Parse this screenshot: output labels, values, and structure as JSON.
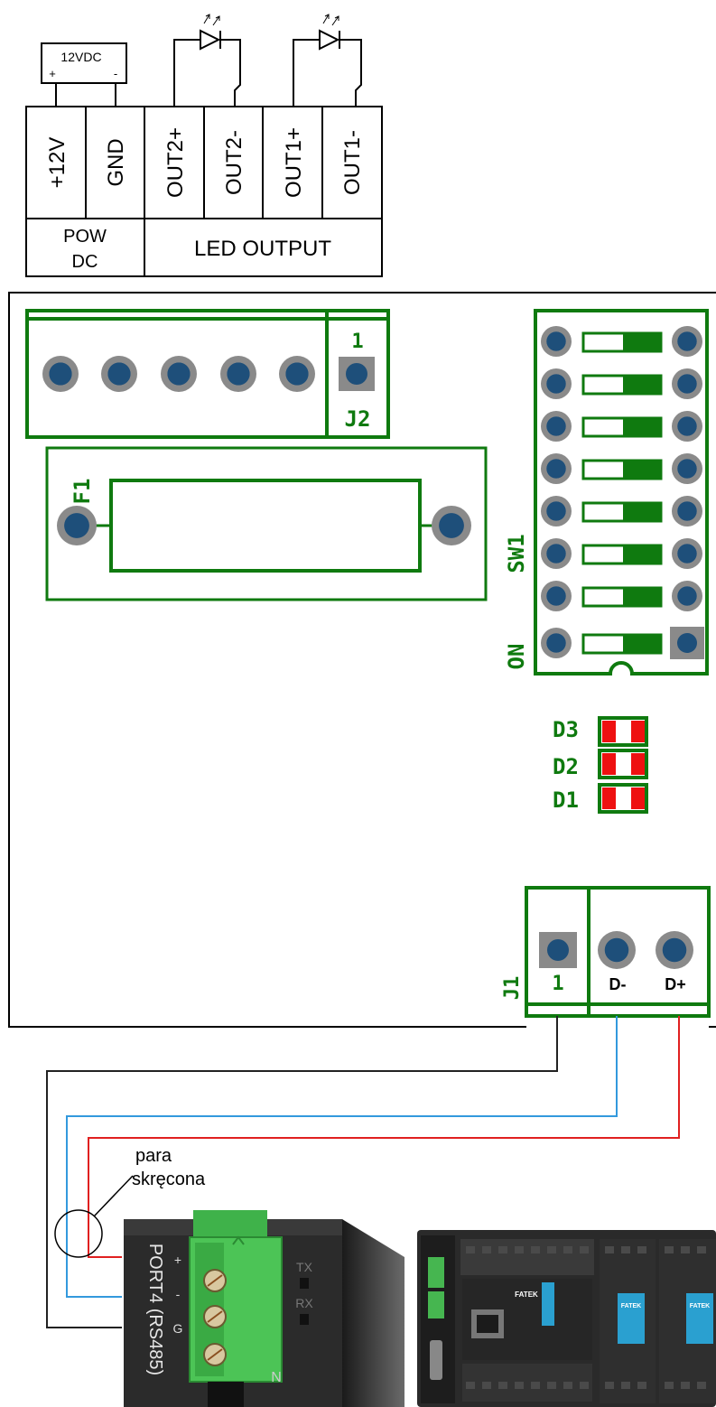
{
  "power_supply": {
    "label": "12VDC",
    "plus": "+",
    "minus": "-"
  },
  "terminal_block": {
    "pins": [
      "+12V",
      "GND",
      "OUT2+",
      "OUT2-",
      "OUT1+",
      "OUT1-"
    ],
    "group_power": [
      "POW",
      "DC"
    ],
    "group_led": "LED OUTPUT"
  },
  "pcb": {
    "j2_pin1": "1",
    "j2_label": "J2",
    "f1_label": "F1",
    "sw1_label": "SW1",
    "on_label": "ON",
    "leds": [
      "D3",
      "D2",
      "D1"
    ],
    "j1_label": "J1",
    "j1_pin1": "1",
    "j1_dminus": "D-",
    "j1_dplus": "D+"
  },
  "annotation": {
    "line1": "para",
    "line2": "skręcona"
  },
  "plc_port": {
    "port_label": "PORT4 (RS485)",
    "plus": "+",
    "minus": "-",
    "g": "G",
    "tx": "TX",
    "rx": "RX",
    "n": "N"
  },
  "plc": {
    "brand_main": "FATEK",
    "brand_mod1": "FATEK",
    "brand_mod2": "FATEK"
  },
  "colors": {
    "pcb_green": "#0f7a0f",
    "pad_blue": "#1e4f7a",
    "pad_gray": "#8a8a8a",
    "wire_blue": "#3399dd",
    "wire_red": "#e02020",
    "led_red": "#ee1111"
  }
}
